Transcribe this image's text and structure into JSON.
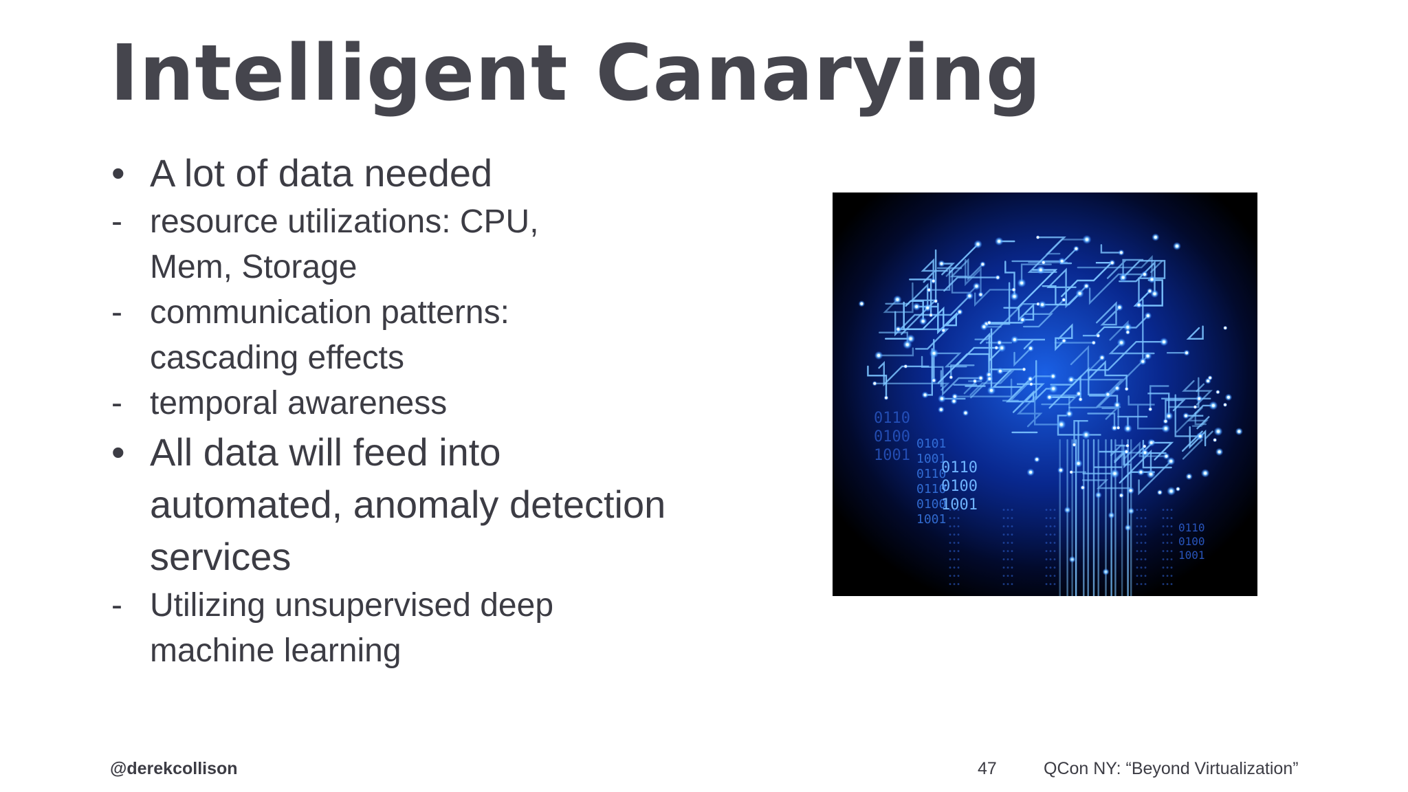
{
  "title": "Intelligent Canarying",
  "bullets": [
    {
      "text": "A lot of data needed",
      "subs": [
        "resource utilizations: CPU, Mem, Storage",
        "communication patterns: cascading effects",
        "temporal awareness"
      ]
    },
    {
      "text": "All data will feed into automated, anomaly detection services",
      "subs": [
        "Utilizing unsupervised deep machine learning"
      ]
    }
  ],
  "bullet_marker": "•",
  "sub_marker": "-",
  "image": {
    "icon": "circuit-brain-icon",
    "binary_left": [
      "0110",
      "0100",
      "1001"
    ],
    "binary_center": [
      "0101",
      "1001",
      "0110",
      "0110",
      "0100",
      "1001"
    ],
    "binary_center_large": [
      "0110",
      "0100",
      "1001"
    ],
    "binary_right": [
      "0110",
      "0100",
      "1001"
    ]
  },
  "footer": {
    "handle": "@derekcollison",
    "page_number": "47",
    "event": "QCon NY: “Beyond Virtualization”"
  },
  "colors": {
    "text": "#3c3c44",
    "title": "#45454d",
    "glow": "#2f8cff",
    "background": "#ffffff"
  }
}
